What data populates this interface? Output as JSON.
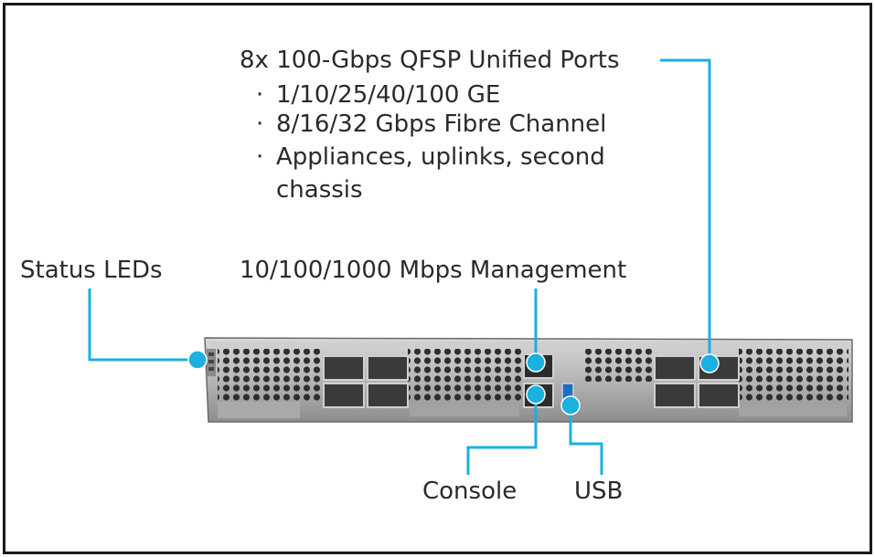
{
  "title_ports": "8x 100-Gbps QFSP Unified Ports",
  "port_features": [
    "1/10/25/40/100 GE",
    "8/16/32 Gbps Fibre Channel",
    "Appliances, uplinks, second",
    "chassis"
  ],
  "label_status": "Status LEDs",
  "label_management": "10/100/1000 Mbps Management",
  "label_console": "Console",
  "label_usb": "USB",
  "colors": {
    "accent": "#1ab0e0",
    "chassis": "#b9b9b9",
    "text": "#2a2a2a"
  }
}
